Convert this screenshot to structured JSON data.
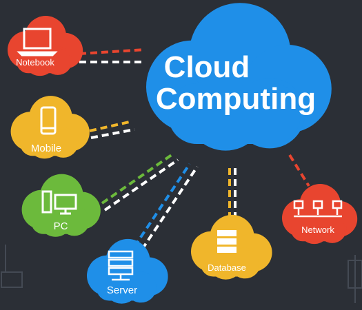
{
  "main_cloud": {
    "line1": "Cloud",
    "line2": "Computing",
    "color": "#1f8fe8"
  },
  "nodes": [
    {
      "id": "notebook",
      "label": "Notebook",
      "icon": "laptop-icon",
      "color": "#e8452f"
    },
    {
      "id": "mobile",
      "label": "Mobile",
      "icon": "smartphone-icon",
      "color": "#f0b62b"
    },
    {
      "id": "pc",
      "label": "PC",
      "icon": "desktop-computer-icon",
      "color": "#6cba3c"
    },
    {
      "id": "server",
      "label": "Server",
      "icon": "server-rack-icon",
      "color": "#1f8fe8"
    },
    {
      "id": "database",
      "label": "Database",
      "icon": "database-icon",
      "color": "#f0b62b"
    },
    {
      "id": "network",
      "label": "Network",
      "icon": "network-topology-icon",
      "color": "#e8452f"
    }
  ],
  "colors": {
    "background": "#2b2f36",
    "connector": "#ffffff"
  }
}
